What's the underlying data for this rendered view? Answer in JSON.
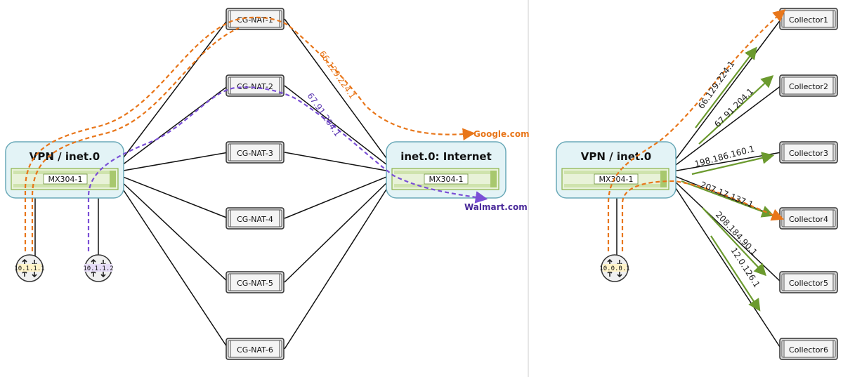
{
  "left": {
    "vpn": {
      "title": "VPN / inet.0",
      "router": "MX304-1"
    },
    "internet": {
      "title": "inet.0: Internet",
      "router": "MX304-1"
    },
    "nats": [
      "CG-NAT-1",
      "CG-NAT-2",
      "CG-NAT-3",
      "CG-NAT-4",
      "CG-NAT-5",
      "CG-NAT-6"
    ],
    "hosts": [
      "10.1.1.1",
      "10.1.1.2"
    ],
    "paths": [
      {
        "ip": "66.129.224.1",
        "dest": "Google.com",
        "color": "#e8761a"
      },
      {
        "ip": "67.91.204.1",
        "dest": "Walmart.com",
        "color": "#7a4fd6"
      }
    ]
  },
  "right": {
    "vpn": {
      "title": "VPN / inet.0",
      "router": "MX304-1"
    },
    "host": "10.0.0.1",
    "collectors": [
      "Collector1",
      "Collector2",
      "Collector3",
      "Collector4",
      "Collector5",
      "Collector6"
    ],
    "ips": [
      "66.129.224.1",
      "67.91.204.1",
      "198.186.160.1",
      "207.17.137.1",
      "208.184.90.1",
      "12.0.126.1"
    ],
    "arrow_color": "#6b9a2e",
    "path_color": "#e8761a"
  }
}
